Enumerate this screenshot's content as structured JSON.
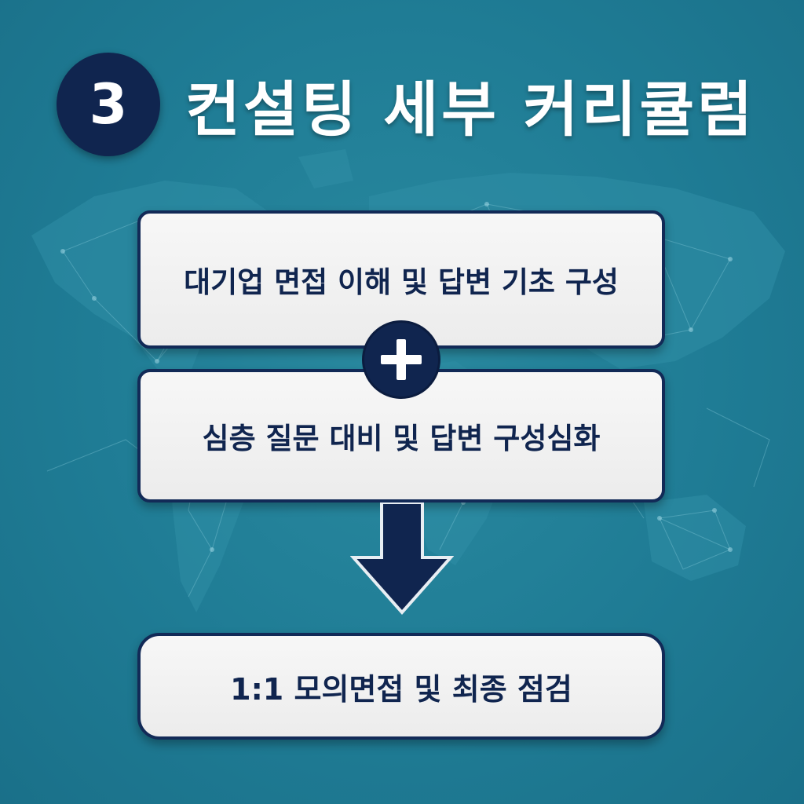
{
  "header": {
    "step_number": "3",
    "title": "컨설팅 세부 커리큘럼"
  },
  "steps": [
    {
      "label": "대기업 면접 이해 및 답변 기초 구성"
    },
    {
      "label": "심층 질문 대비 및 답변 구성심화"
    },
    {
      "label": "1:1 모의면접 및 최종 점검"
    }
  ],
  "connectors": {
    "between_1_2": "plus-icon",
    "between_2_3": "arrow-down-icon"
  },
  "colors": {
    "background": "#1f7c95",
    "navy": "#10254f",
    "box_fill": "#f0f0f0",
    "title_text": "#ffffff"
  }
}
